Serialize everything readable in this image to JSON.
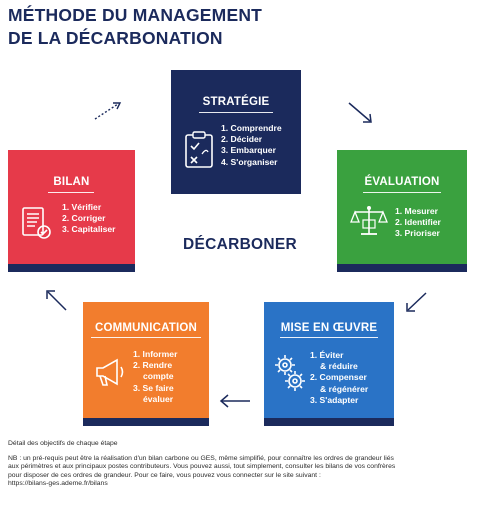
{
  "title": {
    "line1": "MÉTHODE DU MANAGEMENT",
    "line2": "DE LA DÉCARBONATION"
  },
  "center_label": "DÉCARBONER",
  "steps": {
    "strategie": {
      "title": "STRATÉGIE",
      "color": "#1b2a5c",
      "icon": "clipboard-check-icon",
      "items": [
        "1. Comprendre",
        "2. Décider",
        "3. Embarquer",
        "4. S'organiser"
      ]
    },
    "evaluation": {
      "title": "ÉVALUATION",
      "color": "#3aa13f",
      "icon": "scales-icon",
      "items": [
        "1. Mesurer",
        "2. Identifier",
        "3. Prioriser"
      ]
    },
    "mise_en_oeuvre": {
      "title": "MISE EN ŒUVRE",
      "color": "#2a73c6",
      "icon": "gears-icon",
      "items": [
        "1. Éviter",
        "& réduire",
        "2. Compenser",
        "& régénérer",
        "3. S'adapter"
      ]
    },
    "communication": {
      "title": "COMMUNICATION",
      "color": "#f27d2d",
      "icon": "megaphone-icon",
      "items": [
        "1. Informer",
        "2. Rendre",
        "compte",
        "3. Se faire",
        "évaluer"
      ]
    },
    "bilan": {
      "title": "BILAN",
      "color": "#e63a4a",
      "icon": "document-check-icon",
      "items": [
        "1. Vérifier",
        "2. Corriger",
        "3. Capitaliser"
      ]
    }
  },
  "footer": {
    "line1": "Détail des objectifs de chaque étape",
    "nb1": "NB : un pré-requis peut être la réalisation d'un bilan carbone ou GES, même simplifié, pour connaître les ordres de grandeur liés",
    "nb2": "aux périmètres et aux principaux postes contributeurs. Vous pouvez aussi, tout simplement, consulter les bilans de vos confrères",
    "nb3": "pour disposer de ces ordres de grandeur. Pour ce faire, vous pouvez vous connecter sur le site suivant :",
    "url": "https://bilans-ges.ademe.fr/bilans"
  }
}
